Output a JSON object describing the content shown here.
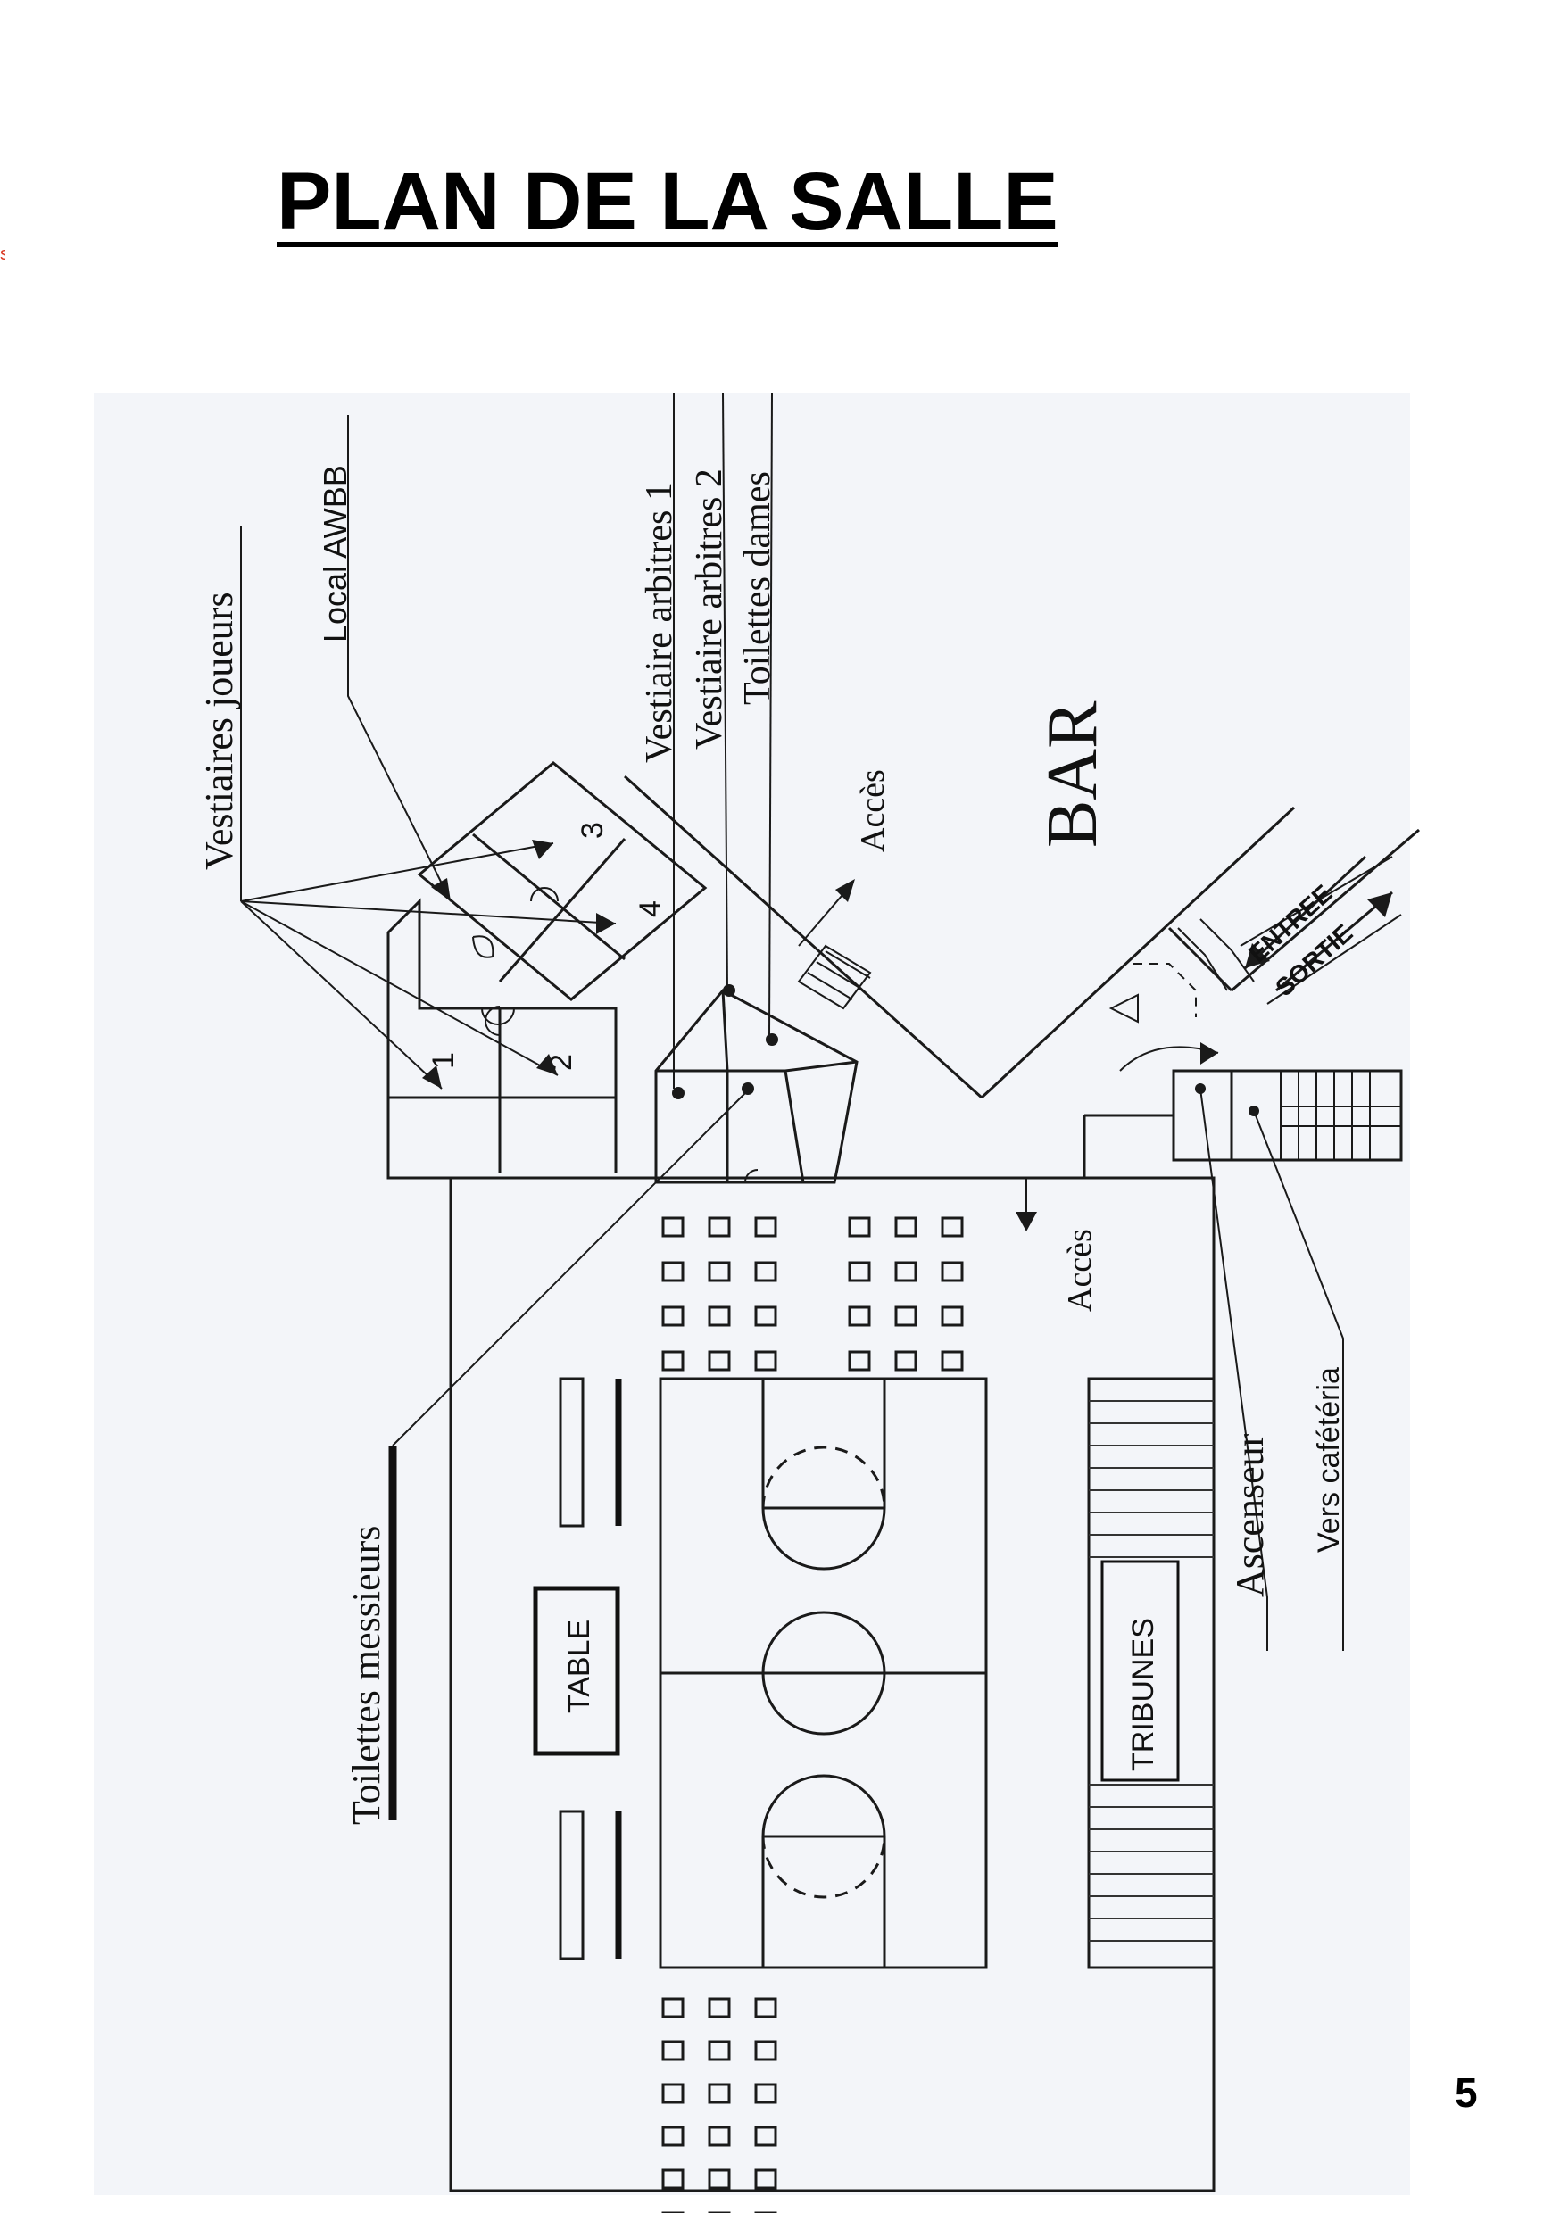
{
  "title": "PLAN DE LA SALLE",
  "page_number": "5",
  "margin_mark": "s",
  "labels": {
    "vestiaires_joueurs": "Vestiaires joueurs",
    "local_awbb": "Local AWBB",
    "vestiaire_arbitres_1": "Vestiaire arbitres 1",
    "vestiaire_arbitres_2": "Vestiaire arbitres 2",
    "toilettes_dames": "Toilettes dames",
    "acces_top": "Accès",
    "bar": "BAR",
    "entree": "ENTREE",
    "sortie": "SORTIE",
    "acces_mid": "Accès",
    "ascenseur": "Ascenseur",
    "vers_cafeteria": "Vers cafétéria",
    "toilettes_messieurs": "Toilettes messieurs",
    "table": "TABLE",
    "tribunes": "TRIBUNES"
  },
  "room_numbers": [
    "1",
    "2",
    "3",
    "4"
  ],
  "colors": {
    "ink": "#1a1a1a",
    "paper": "#f3f5f9",
    "margin_mark": "#d9341f"
  }
}
